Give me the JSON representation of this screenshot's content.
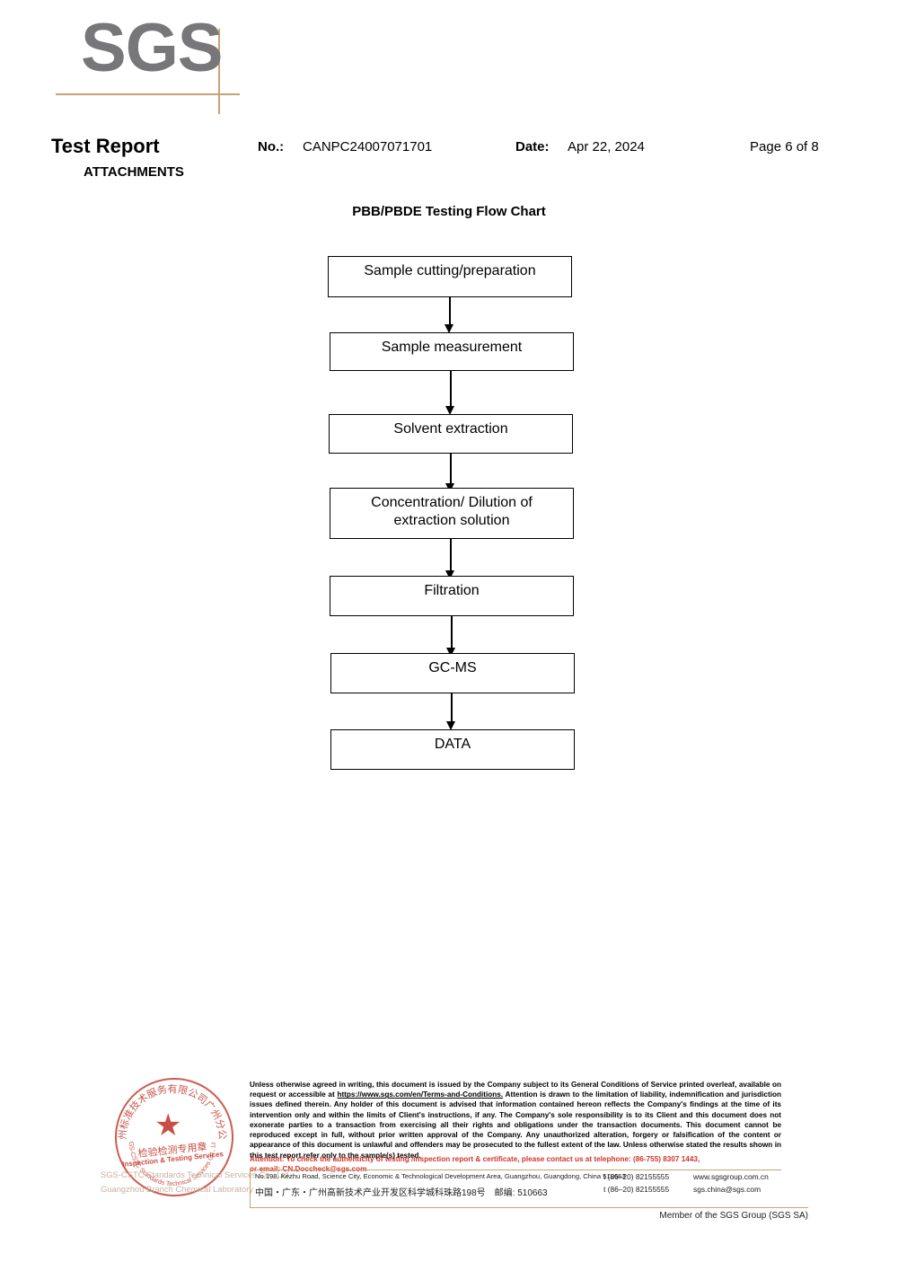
{
  "brand": {
    "logo_text": "SGS"
  },
  "header": {
    "title": "Test Report",
    "subtitle": "ATTACHMENTS",
    "no_label": "No.:",
    "no_value": "CANPC24007071701",
    "date_label": "Date:",
    "date_value": "Apr 22, 2024",
    "page_label": "Page 6 of 8"
  },
  "chart_data": {
    "type": "flowchart",
    "title": "PBB/PBDE Testing Flow Chart",
    "nodes": [
      {
        "id": 1,
        "label": "Sample cutting/preparation"
      },
      {
        "id": 2,
        "label": "Sample measurement"
      },
      {
        "id": 3,
        "label": "Solvent extraction"
      },
      {
        "id": 4,
        "label": "Concentration/ Dilution of extraction solution"
      },
      {
        "id": 5,
        "label": "Filtration"
      },
      {
        "id": 6,
        "label": "GC-MS"
      },
      {
        "id": 7,
        "label": "DATA"
      }
    ],
    "edges": [
      {
        "from": 1,
        "to": 2
      },
      {
        "from": 2,
        "to": 3
      },
      {
        "from": 3,
        "to": 4
      },
      {
        "from": 4,
        "to": 5
      },
      {
        "from": 5,
        "to": 6
      },
      {
        "from": 6,
        "to": 7
      }
    ],
    "orientation": "vertical",
    "node_shape": "rectangle",
    "arrow_style": "solid-filled-head"
  },
  "flow": {
    "node1": "Sample cutting/preparation",
    "node2": "Sample measurement",
    "node3": "Solvent extraction",
    "node4_line1": "Concentration/ Dilution of",
    "node4_line2": "extraction solution",
    "node5": "Filtration",
    "node6": "GC-MS",
    "node7": "DATA"
  },
  "footer": {
    "legal_part1": "Unless otherwise agreed in writing, this document is issued by the Company subject to its General Conditions of Service printed overleaf, available on request or accessible at ",
    "legal_url": "https://www.sgs.com/en/Terms-and-Conditions.",
    "legal_part2": " Attention is drawn to the limitation of liability, indemnification and jurisdiction issues defined therein. Any holder of this document is advised that information contained hereon reflects the Company's findings at the time of its intervention only and within the limits of Client's instructions, if any. The Company's sole responsibility is to its Client and this document does not exonerate parties to a transaction from exercising all their rights and obligations under the transaction documents. This document cannot be reproduced except in full, without prior written approval of the Company. Any unauthorized alteration, forgery or falsification of the content or appearance of this document is unlawful and offenders may be prosecuted to the fullest extent of the law. Unless otherwise stated the results shown in this test report refer only to the sample(s) tested.",
    "attention_line1": "Attention: To check the authenticity of testing /inspection report & certificate, please contact us at telephone: (86-755) 8307 1443,",
    "attention_line2": "or email: CN.Doccheck@sgs.com",
    "address_en": "No.198, Kezhu Road, Science City, Economic & Technological Development Area, Guangzhou, Guangdong, China 510663",
    "address_cn": "中国・广东・广州高新技术产业开发区科学城科珠路198号　邮编: 510663",
    "tel1": "t (86–20) 82155555",
    "tel2": "t (86–20) 82155555",
    "website": "www.sgsgroup.com.cn",
    "email": "sgs.china@sgs.com",
    "member": "Member of the SGS Group (SGS SA)",
    "accent_color": "#c8a274",
    "attention_color": "#d0342c"
  },
  "stamp": {
    "arc_cn": "广州标准技术服务有限公司广州分公司",
    "center_cn": "检验检测专用章",
    "center_en": "Inspection & Testing Services",
    "arc_bottom_en": "SGS-CSTC Standards Technical Services Co., Ltd.",
    "faded_line1": "SGS-CSTC Standards Technical Services Co., Ltd.",
    "faded_line2": "Guangzhou Branch Chemical Laboratory",
    "color": "#c0392b"
  }
}
